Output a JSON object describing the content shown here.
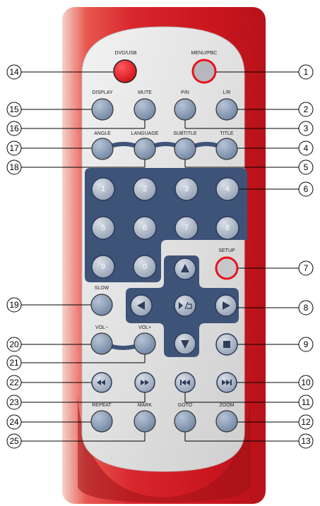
{
  "buttons": {
    "dvd_usb": "DVD/USB",
    "menu_pbc": "MENU/PBC",
    "display": "DISPLAY",
    "mute": "MUTE",
    "pn": "P/N",
    "lr": "L/R",
    "angle": "ANGLE",
    "language": "LANGUAGE",
    "subtitle": "SUBTITLE",
    "title": "TITLE",
    "setup": "SETUP",
    "slow": "SLOW",
    "vol_minus": "VOL−",
    "vol_plus": "VOL+",
    "repeat": "REPEAT",
    "mark": "MARK",
    "goto": "GOTO",
    "zoom": "ZOOM"
  },
  "digits": [
    "1",
    "2",
    "3",
    "4",
    "5",
    "6",
    "7",
    "8",
    "9",
    "0"
  ],
  "callouts": [
    "1",
    "2",
    "3",
    "4",
    "5",
    "6",
    "7",
    "8",
    "9",
    "10",
    "11",
    "12",
    "13",
    "14",
    "15",
    "16",
    "17",
    "18",
    "19",
    "20",
    "21",
    "22",
    "23",
    "24",
    "25"
  ],
  "icons": {
    "up": "arrow-up-icon",
    "down": "arrow-down-icon",
    "left": "arrow-left-icon",
    "right": "arrow-right-icon",
    "enter": "play-enter-icon",
    "stop": "stop-icon",
    "rewind": "rewind-icon",
    "fastforward": "fast-forward-icon",
    "prev": "previous-track-icon",
    "next": "next-track-icon"
  },
  "colors": {
    "body_red": "#d8262d",
    "face_grey": "#dcdcdc",
    "keypad_blue": "#3e5378",
    "button_blue_grey": "#7f93ad",
    "accent_red": "#e8131b"
  }
}
